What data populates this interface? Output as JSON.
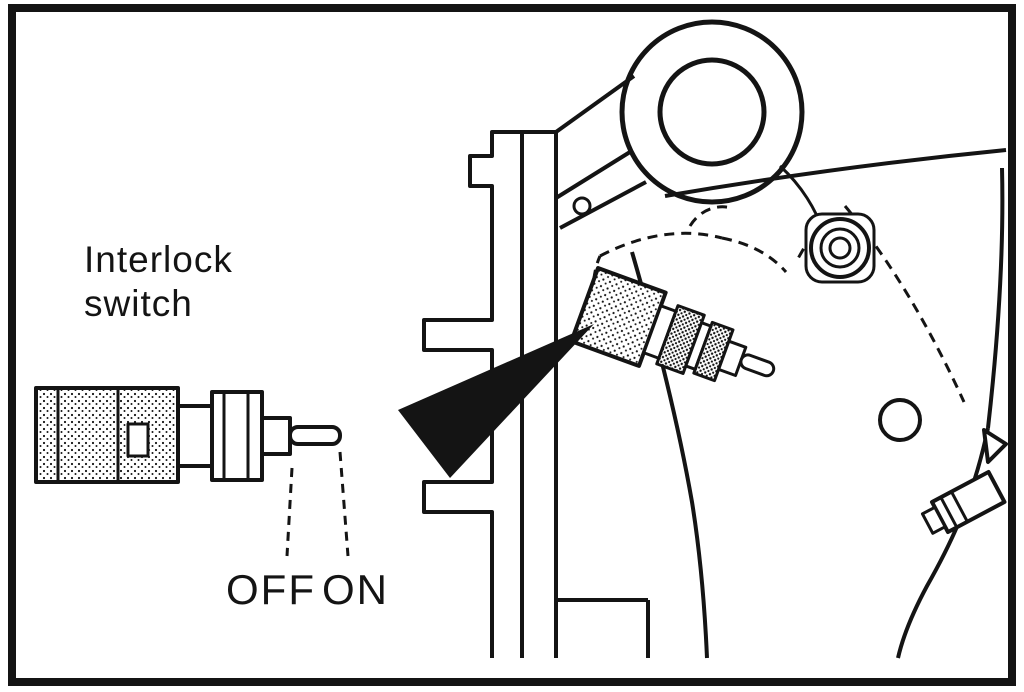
{
  "figure": {
    "description": "Service-manual line drawing of an interlock switch and its mounting location on a pedal bracket assembly",
    "labels": {
      "interlock_line1": "Interlock",
      "interlock_line2": "switch",
      "off": "OFF",
      "on": "ON"
    },
    "icons": {
      "pointer_arrow": "solid black triangular arrow pointing to switch mounting location"
    },
    "colors": {
      "ink": "#141414",
      "paper": "#ffffff"
    }
  }
}
